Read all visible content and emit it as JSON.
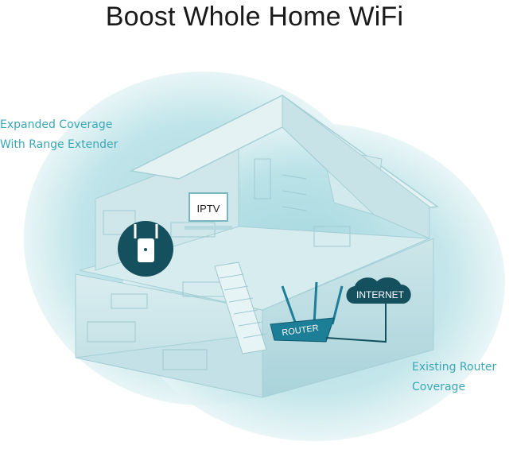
{
  "title": "Boost Whole Home WiFi",
  "coverage_labels": {
    "extender_line1": "Expanded Coverage",
    "extender_line2": "With Range Extender",
    "router_line1": "Existing Router",
    "router_line2": "Coverage"
  },
  "device_labels": {
    "tv": "IPTV",
    "internet": "INTERNET",
    "router": "ROUTER"
  },
  "colors": {
    "coverage_fill": "#bfe3e8",
    "coverage_edge": "#e3f3f5",
    "caption_text": "#3aa6b4",
    "extender_badge": "#14505e",
    "router_body": "#1c7e97",
    "internet_cloud": "#14505e"
  },
  "icons": [
    "range-extender-icon",
    "router-icon",
    "internet-cloud-icon",
    "tv-icon"
  ]
}
